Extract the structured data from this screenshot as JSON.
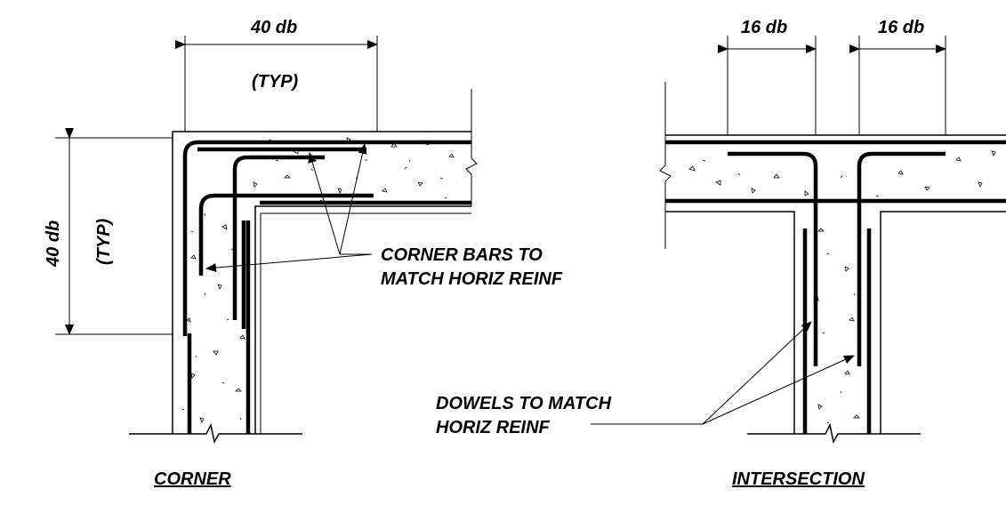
{
  "corner": {
    "dim_top": "40 db",
    "dim_top_typ": "(TYP)",
    "dim_left": "40 db",
    "dim_left_typ": "(TYP)",
    "note_line1": "CORNER BARS TO",
    "note_line2": "MATCH HORIZ REINF",
    "title": "CORNER"
  },
  "intersection": {
    "dim_left": "16 db",
    "dim_right": "16 db",
    "note_line1": "DOWELS TO MATCH",
    "note_line2": "HORIZ REINF",
    "title": "INTERSECTION"
  }
}
